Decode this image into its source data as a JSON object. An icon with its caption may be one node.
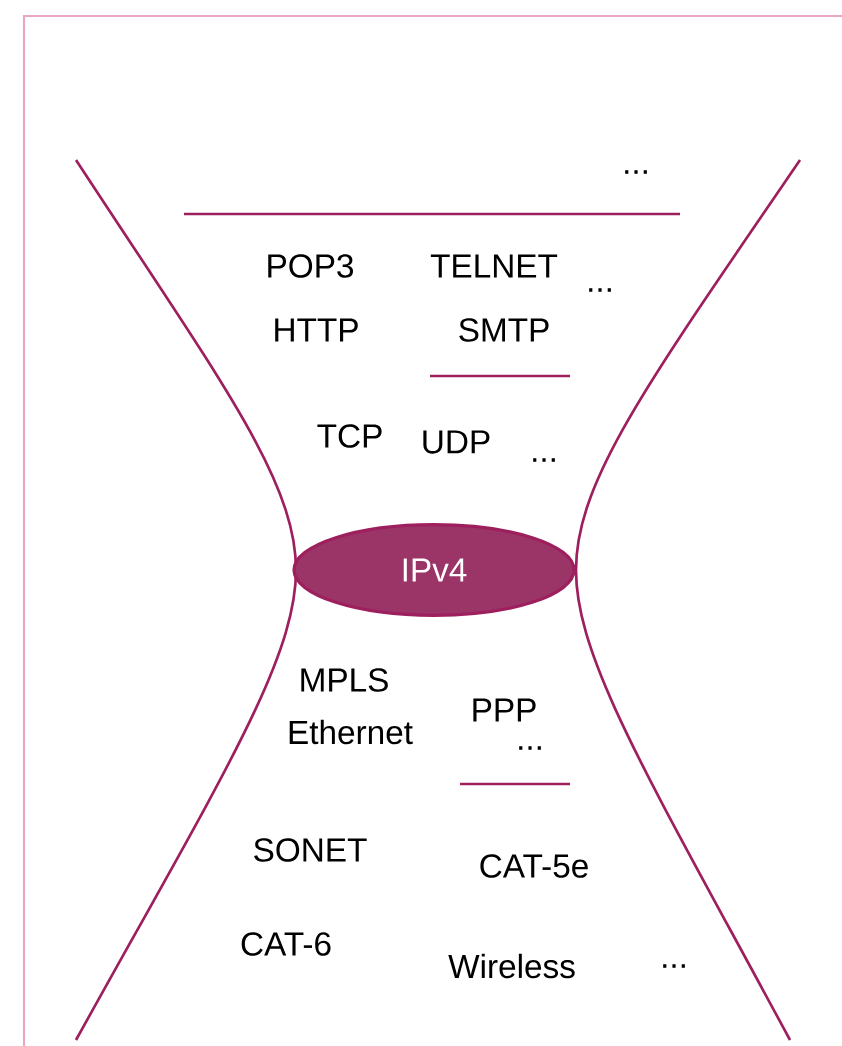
{
  "diagram": {
    "nodes": [
      {
        "text": [
          "IPv4"
        ]
      }
    ],
    "labels": [
      "...",
      "POP3",
      "TELNET",
      "HTTP",
      "SMTP",
      "...",
      "TCP",
      "UDP",
      "...",
      "MPLS",
      "Ethernet",
      "PPP",
      "...",
      "SONET",
      "CAT-5e",
      "CAT-6",
      "Wireless",
      "..."
    ]
  }
}
